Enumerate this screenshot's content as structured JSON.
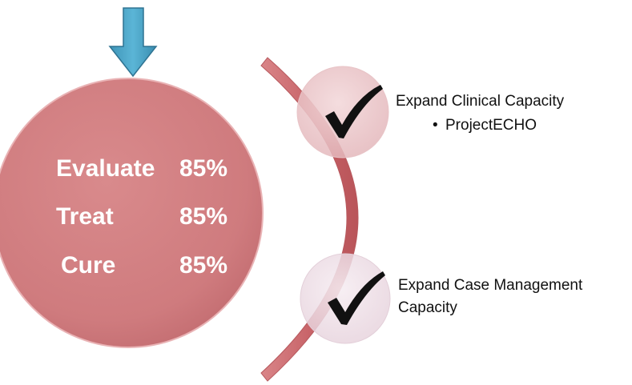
{
  "circle": {
    "rows": [
      {
        "label": "Evaluate",
        "value": "85%"
      },
      {
        "label": "Treat",
        "value": "85%"
      },
      {
        "label": "Cure",
        "value": "85%"
      }
    ]
  },
  "items": [
    {
      "title": "Expand Clinical Capacity",
      "bullet": "ProjectECHO",
      "icon": "checkmark-icon"
    },
    {
      "title_line1": "Expand Case Management",
      "title_line2": "Capacity",
      "icon": "checkmark-icon"
    }
  ],
  "colors": {
    "circle_fill": "#d07f82",
    "arc": "#cf7277",
    "arrow": "#4aa6c9",
    "check_circle": "#ebc9cc",
    "check_circle_2": "#eedfe6"
  }
}
